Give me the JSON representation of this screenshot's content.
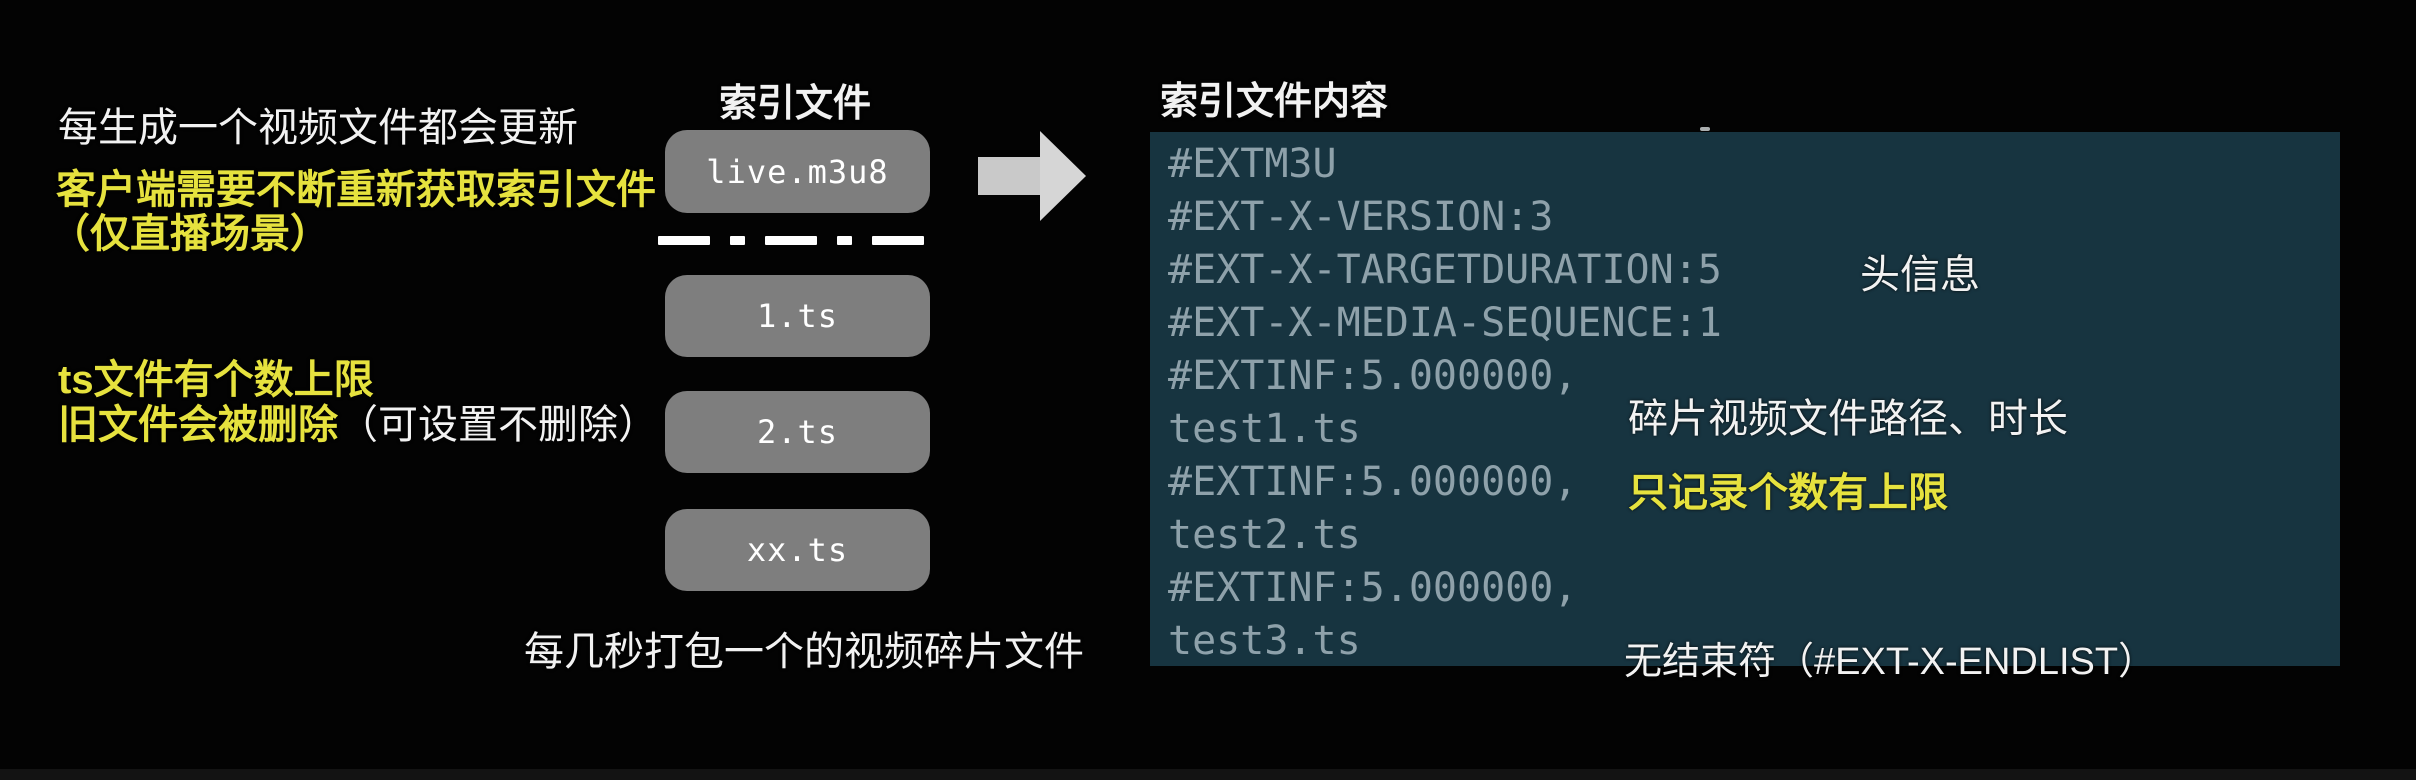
{
  "colors": {
    "bg": "#030303",
    "yellow": "#e6e23e",
    "white-text": "#f2f2f2",
    "box-gray": "#7e7e7e",
    "box-text": "#ffffff",
    "teal-bg": "#173440",
    "code-text": "#8ea1aa",
    "arrow-gray": "#c9c9c9",
    "arrow-head": "#d6d6d6"
  },
  "left_notes": {
    "generate_update": "每生成一个视频文件都会更新",
    "client_refetch": "客户端需要不断重新获取索引文件",
    "live_only": "（仅直播场景）",
    "ts_limit": "ts文件有个数上限",
    "old_deleted": "旧文件会被删除",
    "old_deleted_note": "（可设置不删除）",
    "packaging": "每几秒打包一个的视频碎片文件"
  },
  "index_column": {
    "title": "索引文件",
    "files": [
      "live.m3u8",
      "1.ts",
      "2.ts",
      "xx.ts"
    ]
  },
  "content_column": {
    "title": "索引文件内容",
    "code_lines": [
      "#EXTM3U",
      "#EXT-X-VERSION:3",
      "#EXT-X-TARGETDURATION:5",
      "#EXT-X-MEDIA-SEQUENCE:1",
      "#EXTINF:5.000000,",
      "test1.ts",
      "#EXTINF:5.000000,",
      "test2.ts",
      "#EXTINF:5.000000,",
      "test3.ts"
    ],
    "annotations": {
      "header_info": "头信息",
      "segment_path_duration": "碎片视频文件路径、时长",
      "count_limit": "只记录个数有上限",
      "no_endlist": "无结束符（#EXT-X-ENDLIST）"
    }
  }
}
